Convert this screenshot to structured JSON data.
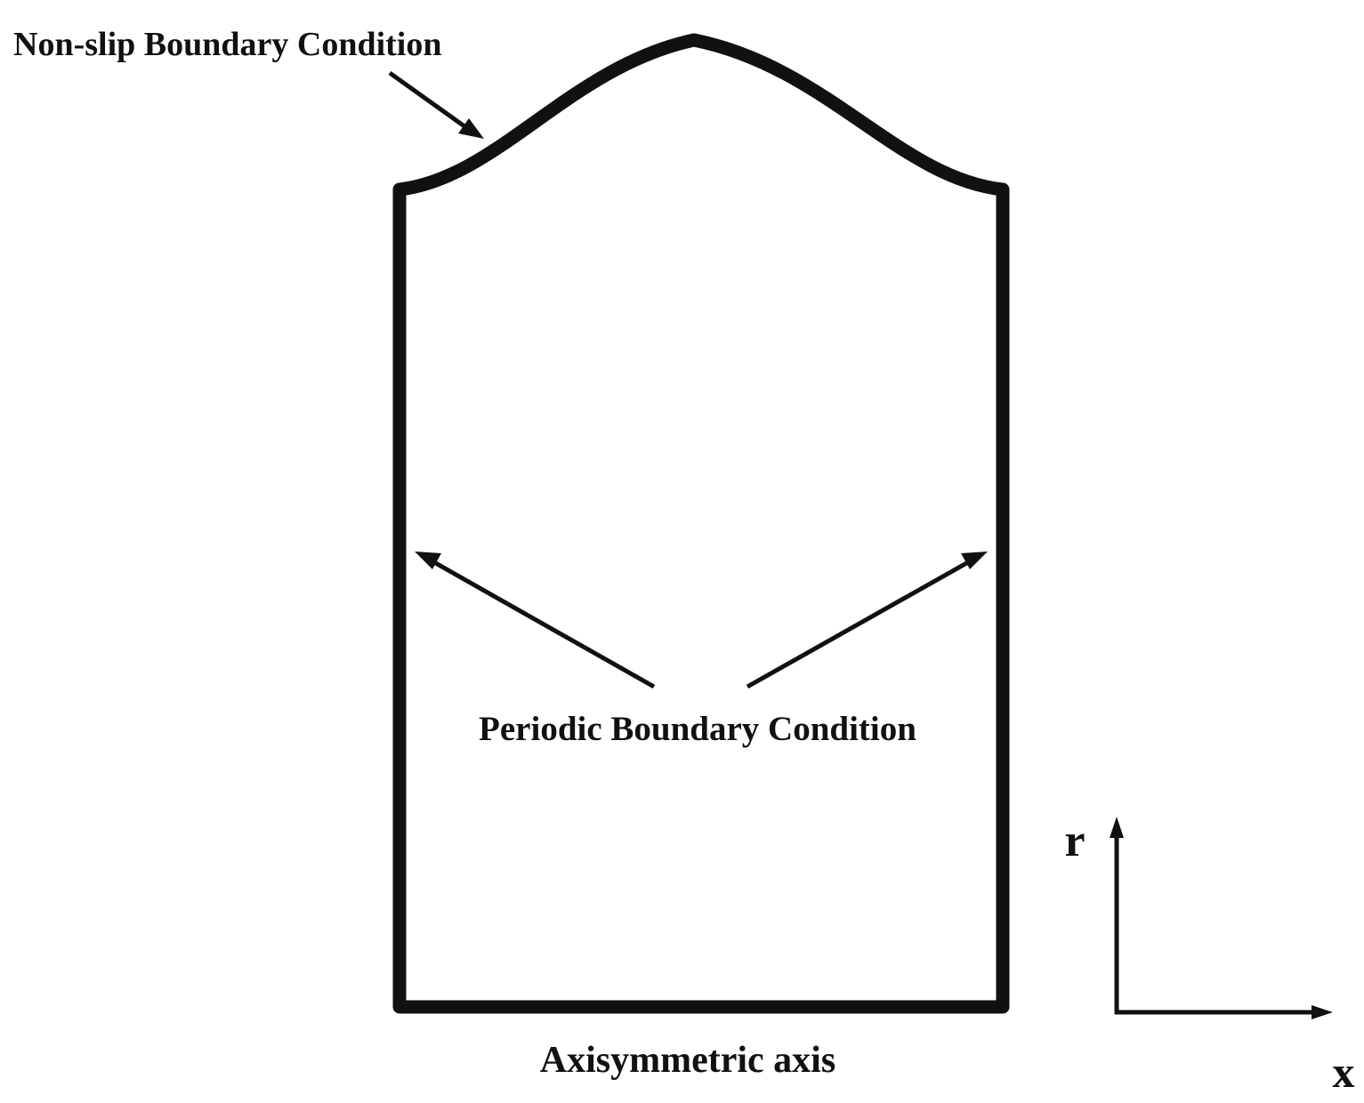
{
  "labels": {
    "nonslip": "Non-slip Boundary Condition",
    "periodic": "Periodic Boundary Condition",
    "axis": "Axisymmetric axis",
    "r_axis": "r",
    "x_axis": "x"
  },
  "colors": {
    "stroke": "#111111",
    "background": "#ffffff"
  }
}
